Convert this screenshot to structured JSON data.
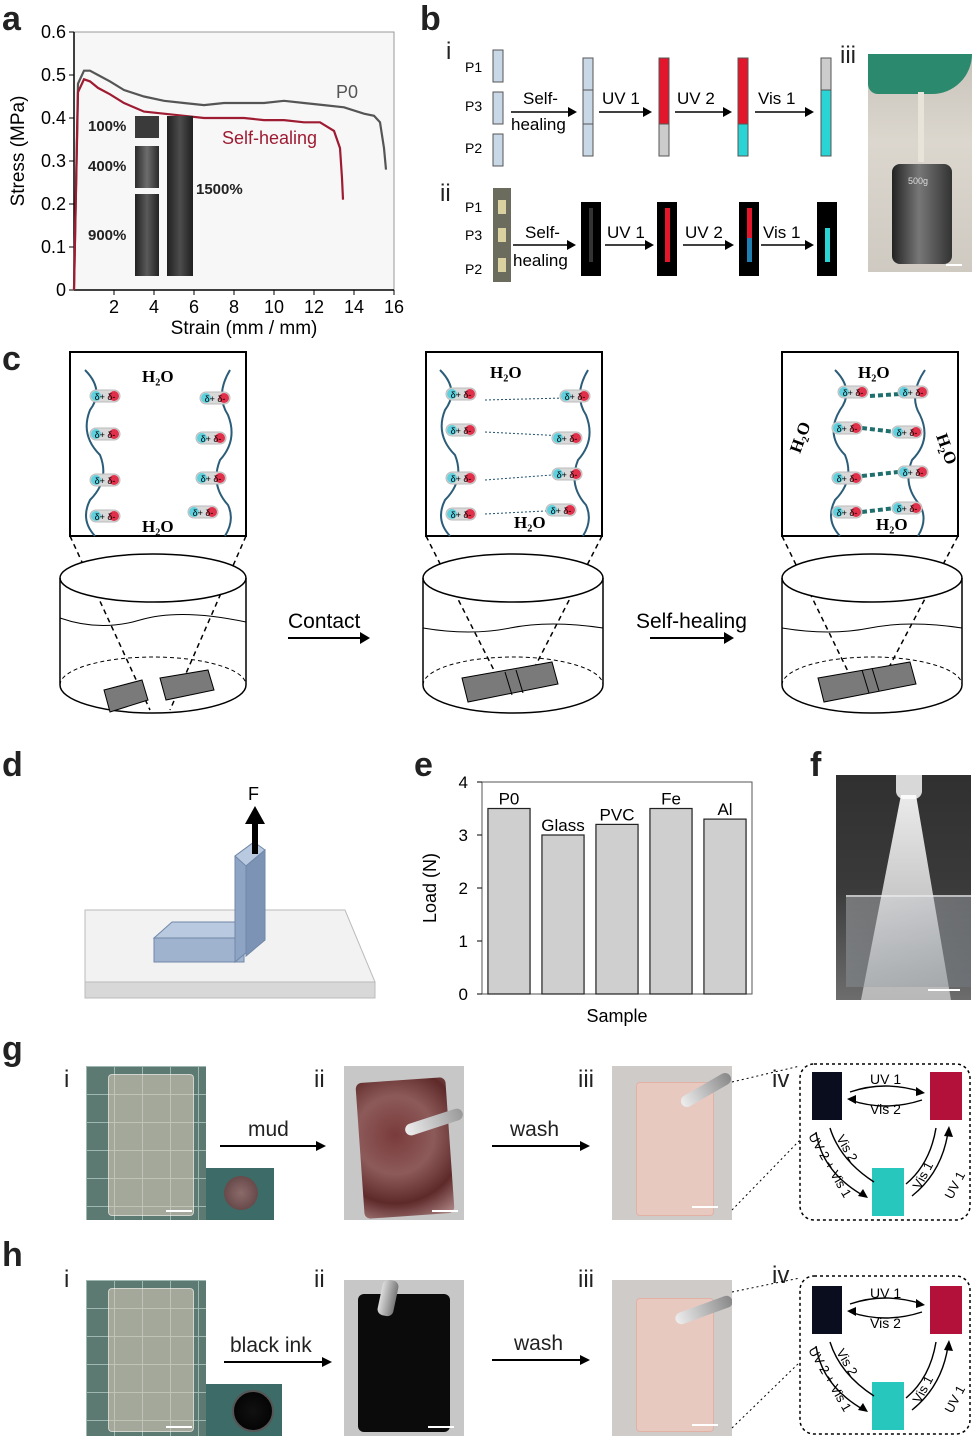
{
  "panels": {
    "a": "a",
    "b": "b",
    "c": "c",
    "d": "d",
    "e": "e",
    "f": "f",
    "g": "g",
    "h": "h"
  },
  "panel_a": {
    "curve_p0_label": "P0",
    "curve_sh_label": "Self-healing",
    "inset_labels": [
      "100%",
      "400%",
      "900%",
      "1500%"
    ]
  },
  "panel_b": {
    "roman_i": "i",
    "roman_ii": "ii",
    "roman_iii": "iii",
    "piece_labels": [
      "P1",
      "P3",
      "P2"
    ],
    "step_selfhealing_1": "Self-",
    "step_selfhealing_2": "healing",
    "step_uv1": "UV 1",
    "step_uv2": "UV 2",
    "step_vis1": "Vis 1",
    "weight_text": "500g"
  },
  "panel_c": {
    "water": "H₂O",
    "arrow_contact": "Contact",
    "arrow_selfhealing": "Self-healing",
    "dipole": "δ+ δ-"
  },
  "panel_d": {
    "force_label": "F"
  },
  "panel_f": {},
  "panel_g": {
    "roman_i": "i",
    "roman_ii": "ii",
    "roman_iii": "iii",
    "roman_iv": "iv",
    "step_1": "mud",
    "step_2": "wash",
    "cycle_uv1": "UV 1",
    "cycle_vis2": "Vis 2",
    "cycle_vis2b": "Vis 2",
    "cycle_uv2vis1": "UV 2 + Vis 1",
    "cycle_vis1": "Vis 1",
    "cycle_uv1b": "UV 1"
  },
  "panel_h": {
    "roman_i": "i",
    "roman_ii": "ii",
    "roman_iii": "iii",
    "roman_iv": "iv",
    "step_1": "black ink",
    "step_2": "wash",
    "cycle_uv1": "UV 1",
    "cycle_vis2": "Vis 2",
    "cycle_vis2b": "Vis 2",
    "cycle_uv2vis1": "UV 2 + Vis 1",
    "cycle_vis1": "Vis 1",
    "cycle_uv1b": "UV 1"
  },
  "colors": {
    "p0": "#555555",
    "selfhealing": "#9e1b32",
    "red": "#e3162b",
    "cyan": "#2ad4d4",
    "bar": "#cfcfcf"
  },
  "chart_data": [
    {
      "type": "line",
      "xlabel": "Strain (mm / mm)",
      "ylabel": "Stress (MPa)",
      "xlim": [
        0,
        16
      ],
      "ylim": [
        0,
        0.6
      ],
      "xticks": [
        "2",
        "4",
        "6",
        "8",
        "10",
        "12",
        "14",
        "16"
      ],
      "yticks": [
        "0",
        "0.1",
        "0.2",
        "0.3",
        "0.4",
        "0.5",
        "0.6"
      ],
      "series": [
        {
          "name": "P0",
          "x": [
            0,
            0.2,
            0.5,
            0.8,
            1.2,
            1.8,
            2.5,
            3.5,
            4.5,
            5.5,
            6.5,
            7.5,
            8.5,
            9.5,
            10.5,
            11.5,
            12.5,
            13.5,
            14.5,
            15.0,
            15.3,
            15.5,
            15.6
          ],
          "y": [
            0,
            0.48,
            0.51,
            0.51,
            0.5,
            0.485,
            0.465,
            0.45,
            0.44,
            0.435,
            0.43,
            0.435,
            0.435,
            0.435,
            0.44,
            0.435,
            0.43,
            0.425,
            0.41,
            0.405,
            0.39,
            0.33,
            0.28
          ]
        },
        {
          "name": "Self-healing",
          "x": [
            0,
            0.2,
            0.5,
            0.8,
            1.2,
            1.8,
            2.5,
            3.5,
            4.5,
            5.5,
            6.5,
            7.5,
            8.5,
            9.5,
            10.5,
            11.5,
            12.3,
            13.0,
            13.3,
            13.4,
            13.45
          ],
          "y": [
            0,
            0.46,
            0.49,
            0.485,
            0.47,
            0.455,
            0.435,
            0.415,
            0.41,
            0.405,
            0.4,
            0.4,
            0.4,
            0.395,
            0.395,
            0.39,
            0.39,
            0.37,
            0.33,
            0.26,
            0.21
          ]
        }
      ]
    },
    {
      "type": "bar",
      "xlabel": "Sample",
      "ylabel": "Load (N)",
      "ylim": [
        0,
        4
      ],
      "yticks": [
        "0",
        "1",
        "2",
        "3",
        "4"
      ],
      "categories": [
        "P0",
        "Glass",
        "PVC",
        "Fe",
        "Al"
      ],
      "values": [
        3.5,
        3.0,
        3.2,
        3.5,
        3.3
      ]
    }
  ]
}
